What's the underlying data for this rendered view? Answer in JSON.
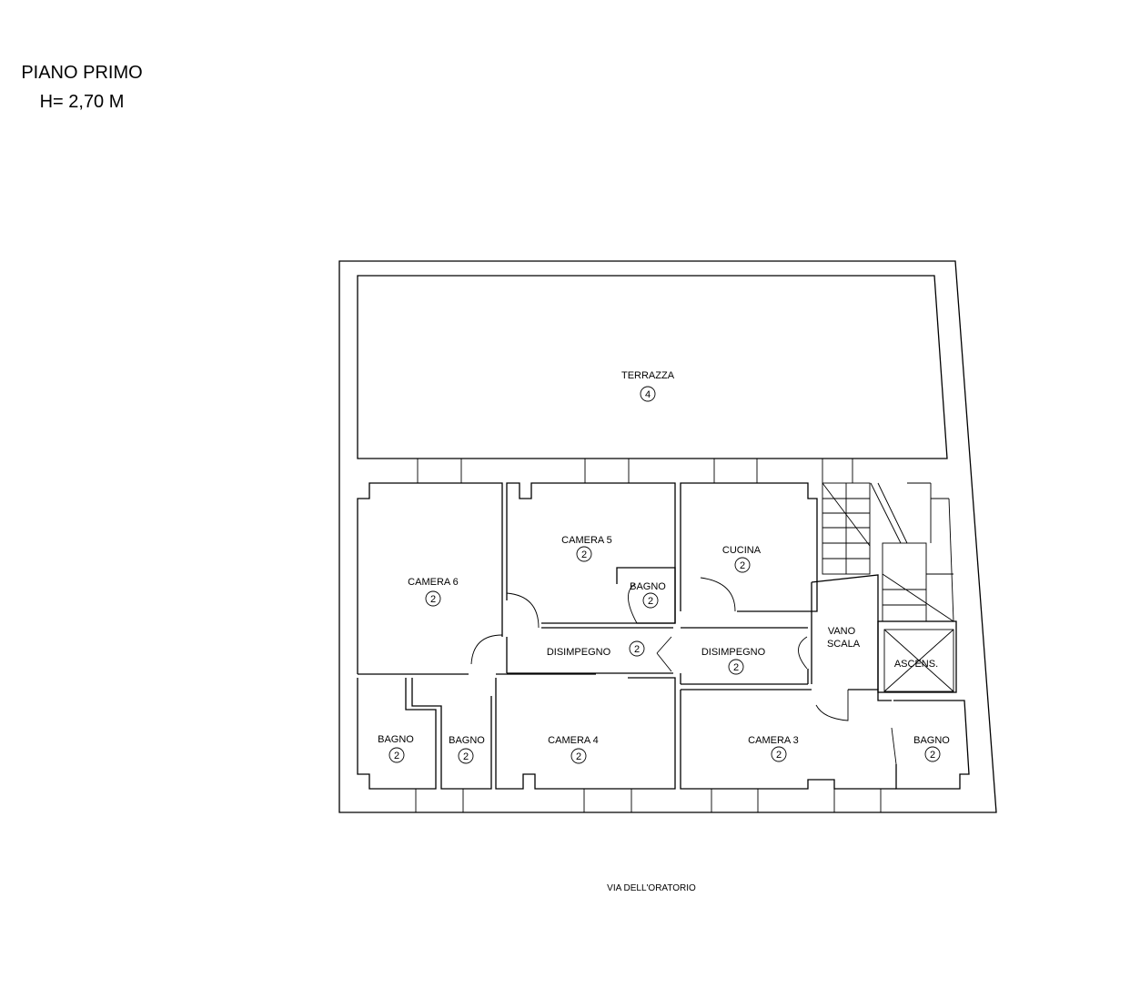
{
  "title": {
    "line1": "PIANO PRIMO",
    "line2": "H= 2,70 M"
  },
  "street": "VIA DELL'ORATORIO",
  "rooms": {
    "terrazza": {
      "name": "TERRAZZA",
      "code": "4"
    },
    "camera6": {
      "name": "CAMERA 6",
      "code": "2"
    },
    "camera5": {
      "name": "CAMERA 5",
      "code": "2"
    },
    "bagno_c5": {
      "name": "BAGNO",
      "code": "2"
    },
    "cucina": {
      "name": "CUCINA",
      "code": "2"
    },
    "disimpegno1": {
      "name": "DISIMPEGNO",
      "code": "2"
    },
    "disimpegno2": {
      "name": "DISIMPEGNO",
      "code": "2"
    },
    "vano_scala": {
      "line1": "VANO",
      "line2": "SCALA"
    },
    "ascensore": {
      "name": "ASCENS."
    },
    "bagno_a": {
      "name": "BAGNO",
      "code": "2"
    },
    "bagno_b": {
      "name": "BAGNO",
      "code": "2"
    },
    "camera4": {
      "name": "CAMERA 4",
      "code": "2"
    },
    "camera3": {
      "name": "CAMERA 3",
      "code": "2"
    },
    "bagno_c3": {
      "name": "BAGNO",
      "code": "2"
    }
  },
  "colors": {
    "line": "#000000",
    "background": "#ffffff"
  }
}
